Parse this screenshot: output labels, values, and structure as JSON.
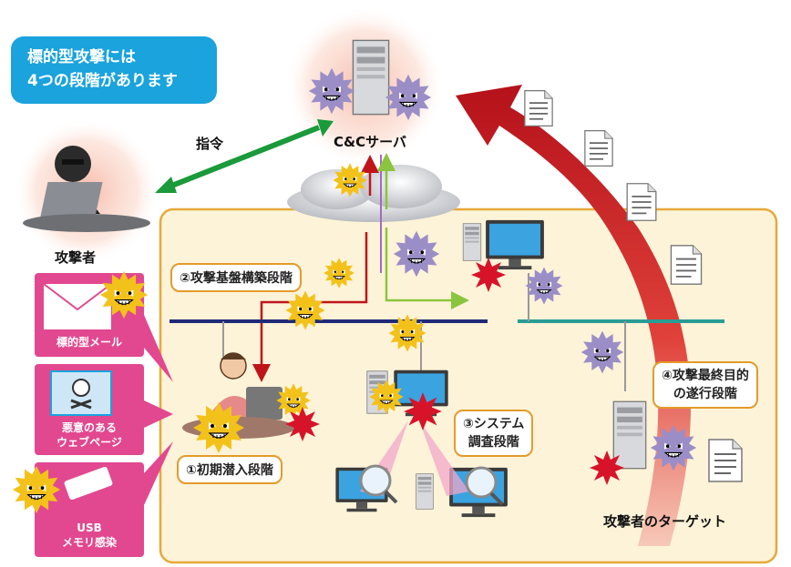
{
  "callout": {
    "line1": "標的型攻撃には",
    "line2": "4つの段階があります"
  },
  "labels": {
    "command": "指令",
    "cc_server": "C&Cサーバ",
    "attacker": "攻撃者",
    "target": "攻撃者のターゲット"
  },
  "vectors": {
    "email": "標的型メール",
    "web_line1": "悪意のある",
    "web_line2": "ウェブページ",
    "usb_line1": "USB",
    "usb_line2": "メモリ感染"
  },
  "stages": {
    "s1": "①初期潜入段階",
    "s2": "②攻撃基盤構築段階",
    "s3_line1": "③システム",
    "s3_line2": "調査段階",
    "s4_line1": "④攻撃最終目的",
    "s4_line2": "の遂行段階"
  },
  "colors": {
    "callout_bg": "#1aa3dd",
    "target_zone_fill": "#fdf3d8",
    "target_zone_border": "#e6a93a",
    "vector_pink": "#e2488f",
    "command_arrow": "#1a9a3a",
    "red_arrow": "#c0141b",
    "green_arrow": "#8bc53f",
    "network_line": "#1f2a78",
    "teal_line": "#2a9c95"
  }
}
